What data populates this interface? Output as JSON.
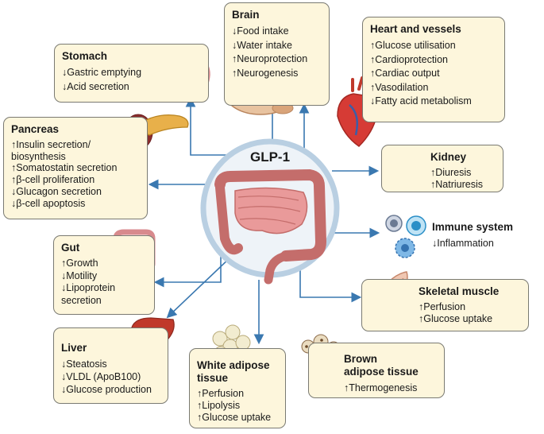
{
  "center": {
    "title": "GLP-1"
  },
  "boxes": {
    "brain": {
      "title": "Brain",
      "lines": [
        "↓Food intake",
        "↓Water intake",
        "↑Neuroprotection",
        "↑Neurogenesis"
      ]
    },
    "stomach": {
      "title": "Stomach",
      "lines": [
        "↓Gastric emptying",
        "↓Acid secretion"
      ]
    },
    "heart": {
      "title": "Heart and vessels",
      "lines": [
        "↑Glucose utilisation",
        "↑Cardioprotection",
        "↑Cardiac output",
        "↑Vasodilation",
        "↓Fatty acid metabolism"
      ]
    },
    "pancreas": {
      "title": "Pancreas",
      "lines": [
        "↑Insulin secretion/\n  biosynthesis",
        "↑Somatostatin secretion",
        "↑β-cell proliferation",
        "↓Glucagon secretion",
        "↓β-cell apoptosis"
      ]
    },
    "kidney": {
      "title": "Kidney",
      "lines": [
        "↑Diuresis",
        "↑Natriuresis"
      ]
    },
    "immune": {
      "title": "Immune system",
      "lines": [
        "↓Inflammation"
      ]
    },
    "gut": {
      "title": "Gut",
      "lines": [
        "↑Growth",
        "↓Motility",
        "↓Lipoprotein\n  secretion"
      ]
    },
    "muscle": {
      "title": "Skeletal muscle",
      "lines": [
        "↑Perfusion",
        "↑Glucose uptake"
      ]
    },
    "liver": {
      "title": "Liver",
      "lines": [
        "↓Steatosis",
        "↓VLDL (ApoB100)",
        "↓Glucose production"
      ]
    },
    "wat": {
      "title": "White adipose\ntissue",
      "lines": [
        "↑Perfusion",
        "↑Lipolysis",
        "↑Glucose uptake"
      ]
    },
    "bat": {
      "title": "Brown\nadipose tissue",
      "lines": [
        "↑Thermogenesis"
      ]
    }
  },
  "colors": {
    "box_fill": "#fdf6dc",
    "box_border": "#7a7a72",
    "arrow": "#3a78b0",
    "circle_ring": "#b9cfe2",
    "circle_fill": "#eef3f8"
  },
  "icons": [
    "brain-illustration",
    "stomach-illustration",
    "heart-illustration",
    "pancreas-illustration",
    "kidney-illustration",
    "immune-cells-illustration",
    "gut-illustration",
    "muscle-illustration",
    "liver-illustration",
    "white-adipocytes-illustration",
    "brown-adipocytes-illustration",
    "intestine-illustration"
  ]
}
